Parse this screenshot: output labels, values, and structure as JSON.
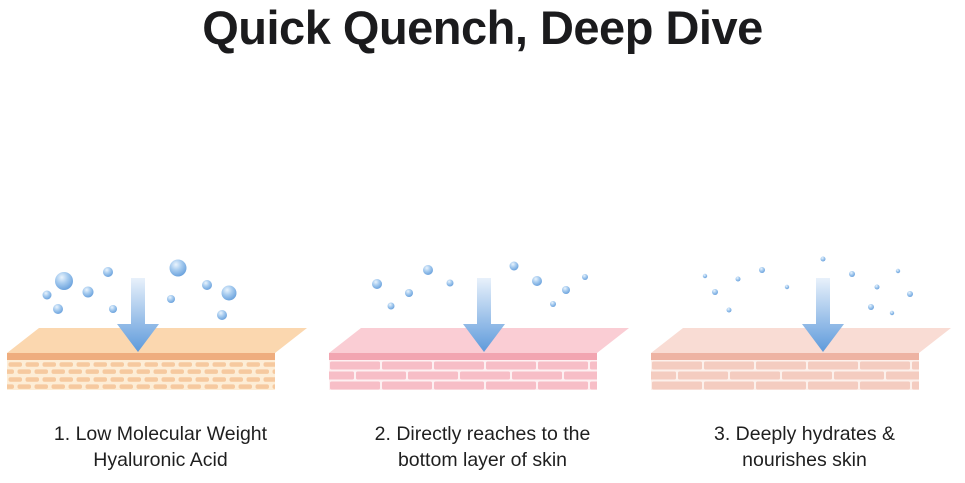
{
  "title": "Quick Quench, Deep Dive",
  "steps": [
    {
      "caption_line1": "1. Low Molecular Weight",
      "caption_line2": "Hyaluronic Acid",
      "graphic": "peach skin cross-section slab with large water droplet spheres and a downward absorption arrow"
    },
    {
      "caption_line1": "2. Directly reaches to the",
      "caption_line2": "bottom layer of skin",
      "graphic": "pink brick-layer skin cross-section slab with medium water droplets and a downward absorption arrow"
    },
    {
      "caption_line1": "3. Deeply hydrates &",
      "caption_line2": "nourishes skin",
      "graphic": "pale pink brick-layer skin cross-section slab with fine water droplets and a downward absorption arrow"
    }
  ],
  "icons": {
    "droplet": "water-droplet-icon",
    "arrow": "down-arrow-icon",
    "slab": "skin-layer-graphic"
  },
  "colors": {
    "title-color": "#1B1B1D",
    "caption-color": "#1F1F1F",
    "drop-hi": "#EAF4FD",
    "drop-mid": "#A6CBEF",
    "drop-dark": "#659EDB",
    "arrow-top": "#E8F1FB",
    "arrow-bottom": "#5E9ADB",
    "slab1-top": "#FBD7AF",
    "slab1-rim": "#EFAD7E",
    "slab1-face": "#FDEDD6",
    "slab1-brick": "#F6C99F",
    "slab2-top": "#FACDD4",
    "slab2-rim": "#F2A5B1",
    "slab2-face": "#FDF0F2",
    "slab2-brick": "#F7BEC7",
    "slab3-top": "#F9DCD4",
    "slab3-rim": "#EEB3A3",
    "slab3-face": "#FCF0EB",
    "slab3-brick": "#F4CCC0"
  }
}
